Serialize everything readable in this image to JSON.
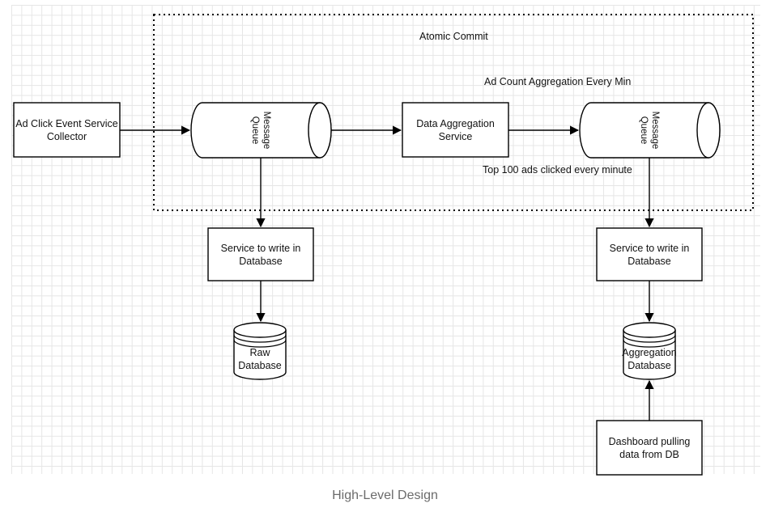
{
  "caption": "High-Level Design",
  "group": {
    "label": "Atomic Commit"
  },
  "annotations": {
    "aggregation_note": "Ad Count Aggregation Every Min",
    "top_ads_note": "Top 100 ads clicked every minute"
  },
  "nodes": {
    "collector": "Ad Click Event Service Collector",
    "queue_1": "Message Queue",
    "aggregation_service": "Data Aggregation Service",
    "queue_2": "Message Queue",
    "writer_1": "Service to write in Database",
    "writer_2": "Service to write in Database",
    "raw_db": "Raw Database",
    "agg_db": "Aggregation Database",
    "dashboard": "Dashboard pulling data from DB"
  },
  "edges": [
    {
      "from": "collector",
      "to": "queue_1"
    },
    {
      "from": "queue_1",
      "to": "aggregation_service"
    },
    {
      "from": "aggregation_service",
      "to": "queue_2"
    },
    {
      "from": "queue_1",
      "to": "writer_1"
    },
    {
      "from": "writer_1",
      "to": "raw_db"
    },
    {
      "from": "queue_2",
      "to": "writer_2"
    },
    {
      "from": "writer_2",
      "to": "agg_db"
    },
    {
      "from": "dashboard",
      "to": "agg_db"
    }
  ]
}
